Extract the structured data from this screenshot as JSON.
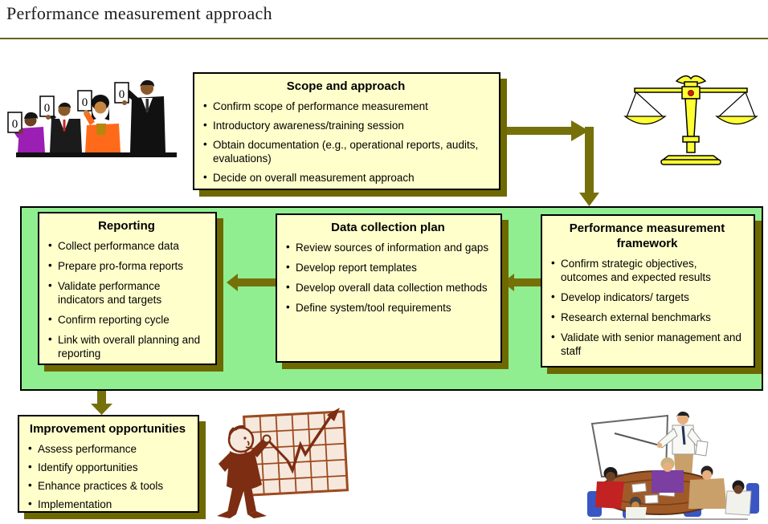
{
  "page": {
    "title": "Performance measurement approach"
  },
  "flow": {
    "scope": {
      "title": "Scope and approach",
      "bullets": [
        "Confirm scope of performance measurement",
        "Introductory awareness/training session",
        "Obtain documentation (e.g., operational reports, audits, evaluations)",
        "Decide on overall measurement approach"
      ]
    },
    "reporting": {
      "title": "Reporting",
      "bullets": [
        "Collect performance data",
        "Prepare pro-forma reports",
        "Validate performance indicators and targets",
        "Confirm reporting cycle",
        "Link with overall planning and reporting"
      ]
    },
    "data_collection": {
      "title": "Data collection plan",
      "bullets": [
        "Review sources of information and gaps",
        "Develop report templates",
        "Develop overall data collection methods",
        "Define system/tool requirements"
      ]
    },
    "framework": {
      "title": "Performance measurement framework",
      "bullets": [
        "Confirm strategic objectives, outcomes and expected results",
        "Develop indicators/ targets",
        "Research external benchmarks",
        "Validate with senior management and staff"
      ]
    },
    "improvement": {
      "title": "Improvement opportunities",
      "bullets": [
        "Assess performance",
        "Identify opportunities",
        "Enhance practices & tools",
        "Implementation"
      ]
    }
  },
  "clipart": {
    "scorecard_value": "0"
  },
  "colors": {
    "box_fill": "#FFFFCC",
    "panel_green": "#90EE90",
    "olive_arrow": "#76700A",
    "olive_shadow": "#6E6800",
    "rule_line": "#6B611F",
    "scales_yellow": "#FFFF33",
    "chartman_brown": "#7C2D12"
  }
}
